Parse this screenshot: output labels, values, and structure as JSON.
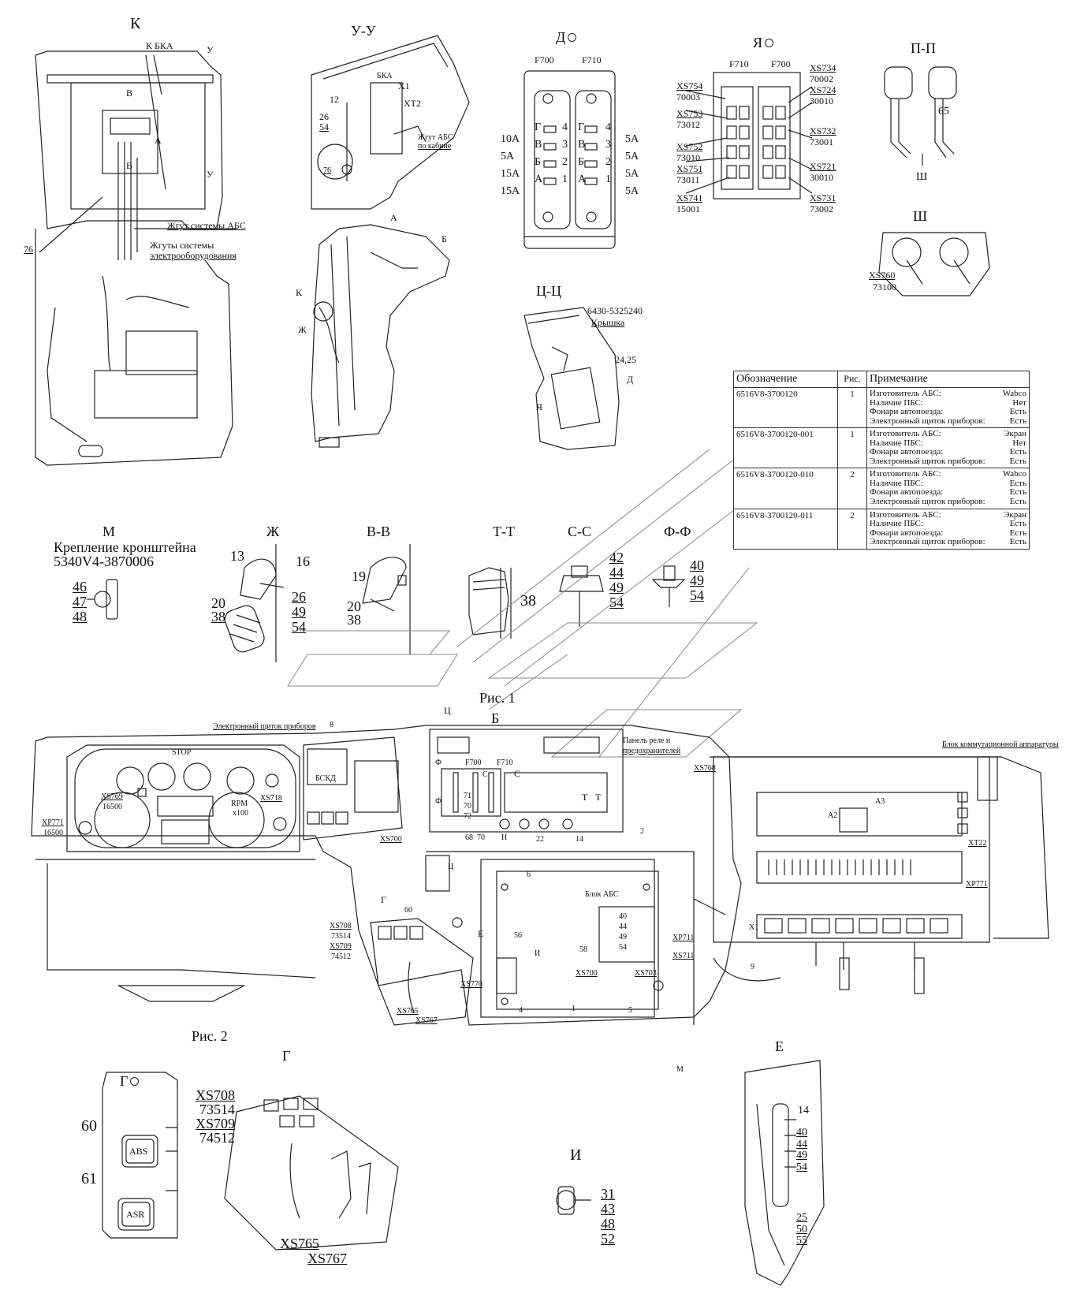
{
  "views": {
    "k": "К",
    "u_u": "У-У",
    "d": "Д",
    "ya": "Я",
    "p_p": "П-П",
    "sh": "Ш",
    "sh_arrow": "Ш",
    "a": "А",
    "c_c": "Ц-Ц",
    "m": "М",
    "zh": "Ж",
    "v_v": "В-В",
    "t_t": "Т-Т",
    "s_s": "С-С",
    "f_f": "Ф-Ф",
    "g": "Г",
    "i": "И",
    "e": "Е",
    "fig1": "Рис. 1",
    "fig2": "Рис. 2"
  },
  "view_k": {
    "k_bka": "К БКА",
    "u_top": "У",
    "u_bottom": "У",
    "b1": "В",
    "a": "А",
    "b2": "В",
    "harness_abs": "Жгут системы АБС",
    "harness_el1": "Жгуты системы",
    "harness_el2": "электрооборудования",
    "n76": "76"
  },
  "view_uu": {
    "bka": "БКА",
    "x1": "X1",
    "xt2": "XT2",
    "n12": "12",
    "n26": "26",
    "n54": "54",
    "n76": "76",
    "harness1": "Жгут АБС",
    "harness2": "по кабине"
  },
  "view_d": {
    "f700": "F700",
    "f710": "F710",
    "left_amps": [
      "10А",
      "5А",
      "15А",
      "15А"
    ],
    "right_amps": [
      "5А",
      "5А",
      "5А",
      "5А"
    ],
    "left_rows": [
      [
        "Г",
        "4"
      ],
      [
        "В",
        "3"
      ],
      [
        "Б",
        "2"
      ],
      [
        "А",
        "1"
      ]
    ],
    "right_rows": [
      [
        "Г",
        "4"
      ],
      [
        "В",
        "3"
      ],
      [
        "Б",
        "2"
      ],
      [
        "А",
        "1"
      ]
    ]
  },
  "view_ya": {
    "f710": "F710",
    "f700": "F700",
    "xs734": "XS734",
    "c70002": "70002",
    "xs724": "XS724",
    "c30010a": "30010",
    "xs754": "XS754",
    "c70003": "70003",
    "xs753": "XS753",
    "c73012": "73012",
    "xs732": "XS732",
    "c73001": "73001",
    "xs752": "XS752",
    "c73010": "73010",
    "xs751": "XS751",
    "c73011": "73011",
    "xs721": "XS721",
    "c30010b": "30010",
    "xs741": "XS741",
    "c15001": "15001",
    "xs731": "XS731",
    "c73002": "73002"
  },
  "view_pp": {
    "n65": "65"
  },
  "view_sh": {
    "xs760": "XS760",
    "c73100": "73100"
  },
  "view_a": {
    "b": "Б",
    "k": "К",
    "zh": "Ж"
  },
  "view_cc": {
    "part": "6430-5325240",
    "cover": "Крышка",
    "n2425": "24,25",
    "d": "Д",
    "ya": "Я"
  },
  "spec_table": {
    "h_designation": "Обозначение",
    "h_fig": "Рис.",
    "h_note": "Примечание",
    "rows": [
      {
        "designation": "6516V8-3700120",
        "fig": "1",
        "notes": [
          [
            "Изготовитель АБС:",
            "Wabco"
          ],
          [
            "Наличие ПБС:",
            "Нет"
          ],
          [
            "Фонари автопоезда:",
            "Есть"
          ],
          [
            "Электронный щиток приборов:",
            "Есть"
          ]
        ]
      },
      {
        "designation": "6516V8-3700120-001",
        "fig": "1",
        "notes": [
          [
            "Изготовитель АБС:",
            "Экран"
          ],
          [
            "Наличие ПБС:",
            "Нет"
          ],
          [
            "Фонари автопоезда:",
            "Есть"
          ],
          [
            "Электронный щиток приборов:",
            "Есть"
          ]
        ]
      },
      {
        "designation": "6516V8-3700120-010",
        "fig": "2",
        "notes": [
          [
            "Изготовитель АБС:",
            "Wabco"
          ],
          [
            "Наличие ПБС:",
            "Есть"
          ],
          [
            "Фонари автопоезда:",
            "Есть"
          ],
          [
            "Электронный щиток приборов:",
            "Есть"
          ]
        ]
      },
      {
        "designation": "6516V8-3700120-011",
        "fig": "2",
        "notes": [
          [
            "Изготовитель АБС:",
            "Экран"
          ],
          [
            "Наличие ПБС:",
            "Есть"
          ],
          [
            "Фонари автопоезда:",
            "Есть"
          ],
          [
            "Электронный щиток приборов:",
            "Есть"
          ]
        ]
      }
    ]
  },
  "view_m": {
    "title1": "Крепление кронштейна",
    "title2": "5340V4-3870006",
    "parts": [
      "46",
      "47",
      "48"
    ]
  },
  "view_zh": {
    "n13": "13",
    "n16": "16",
    "n20": "20",
    "n38": "38",
    "right": [
      "26",
      "49",
      "54"
    ]
  },
  "view_vv": {
    "n19": "19",
    "n20": "20",
    "n38": "38"
  },
  "view_tt": {
    "n38": "38"
  },
  "view_ss": {
    "parts": [
      "42",
      "44",
      "49",
      "54"
    ]
  },
  "view_ff": {
    "parts": [
      "40",
      "49",
      "54"
    ]
  },
  "fig1": {
    "c": "Ц",
    "b": "Б",
    "cluster": "Электронный щиток приборов",
    "n8": "8",
    "relay1": "Панель реле и",
    "relay2": "предохранителей",
    "block": "Блок коммутационной аппаратуры",
    "stop": "STOP",
    "rpm": "RPM",
    "x100": "x100",
    "xs769": "XS769",
    "c16500": "16500",
    "xs718": "XS718",
    "xp771": "XP771",
    "c16500b": "16500",
    "bskd": "БСКД",
    "f700": "F700",
    "f710": "F710",
    "ph1": "Ф",
    "ph2": "Ф",
    "s1": "С",
    "s2": "С",
    "t1": "Т",
    "t2": "Т",
    "n71": "71",
    "n70": "70",
    "n72": "72",
    "n68": "68",
    "n70b": "70",
    "sh": "Н",
    "n22": "22",
    "n14": "14",
    "n2": "2",
    "xs768": "XS768",
    "xs700a": "XS700",
    "xt22": "XT22",
    "xp771b": "XP771",
    "c2": "Ц",
    "n6": "6",
    "abs_block": "Блок АБС",
    "n40": "40",
    "n44": "44",
    "n49": "49",
    "n54": "54",
    "n58": "58",
    "n56": "56",
    "i": "И",
    "e": "Е",
    "g": "Г",
    "n60": "60",
    "xs708": "XS708",
    "c73514": "73514",
    "xs709": "XS709",
    "c74512": "74512",
    "xs770": "XS770",
    "xs765": "XS765",
    "xs767": "XS767",
    "xs700b": "XS700",
    "xs703": "XS703",
    "xp711": "XP711",
    "xs711": "XS711",
    "x1": "X1",
    "n9": "9",
    "n4": "4",
    "n1": "1",
    "n5": "5",
    "m": "М",
    "a2": "A2",
    "a3": "A3"
  },
  "view_g": {
    "n60": "60",
    "n61": "61",
    "abs": "ABS",
    "asr": "ASR"
  },
  "view_g2": {
    "xs708": "XS708",
    "c73514": "73514",
    "xs709": "XS709",
    "c74512": "74512",
    "xs765": "XS765",
    "xs767": "XS767"
  },
  "view_i": {
    "parts": [
      "31",
      "43",
      "48",
      "52"
    ]
  },
  "view_e": {
    "n14": "14",
    "mid": [
      "40",
      "44",
      "49",
      "54"
    ],
    "low": [
      "25",
      "50",
      "55"
    ]
  }
}
